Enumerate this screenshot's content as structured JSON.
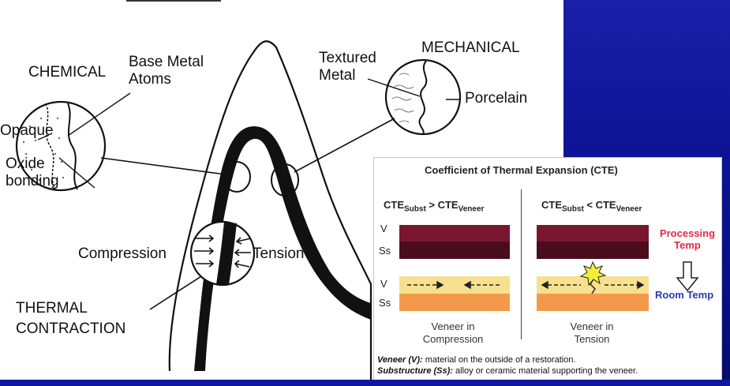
{
  "diagram_labels": {
    "chemical": "CHEMICAL",
    "base_metal_atoms": "Base Metal\nAtoms",
    "opaque": "Opaque",
    "oxide_bonding": "Oxide\nbonding",
    "textured_metal": "Textured\nMetal",
    "mechanical": "MECHANICAL",
    "porcelain": "Porcelain",
    "compression": "Compression",
    "tension": "Tension",
    "thermal_contraction": "THERMAL\nCONTRACTION"
  },
  "cte_panel": {
    "title": "Coefficient of Thermal Expansion (CTE)",
    "left_heading": {
      "main": "CTE",
      "sub1": "Subst",
      "op": " > CTE",
      "sub2": "Veneer"
    },
    "right_heading": {
      "main": "CTE",
      "sub1": "Subst",
      "op": " < CTE",
      "sub2": "Veneer"
    },
    "label_v": "V",
    "label_ss": "Ss",
    "label_v2": "V",
    "label_ss2": "Ss",
    "left_caption": "Veneer in\nCompression",
    "right_caption": "Veneer in\nTension",
    "processing_temp": "Processing\nTemp",
    "room_temp": "Room Temp",
    "def_veneer_term": "Veneer (V):",
    "def_veneer_text": "  material on the outside of a restoration.",
    "def_sub_term": "Substructure (Ss):",
    "def_sub_text": "  alloy or ceramic material supporting the veneer."
  },
  "colors": {
    "veneer_hot": "#7a1530",
    "substrate_hot": "#4a0d1e",
    "veneer_cool": "#f7e08e",
    "substrate_cool": "#f39a4a",
    "processing": "#e8264a",
    "room": "#2a3ab0",
    "background_right": "#0c1494"
  }
}
